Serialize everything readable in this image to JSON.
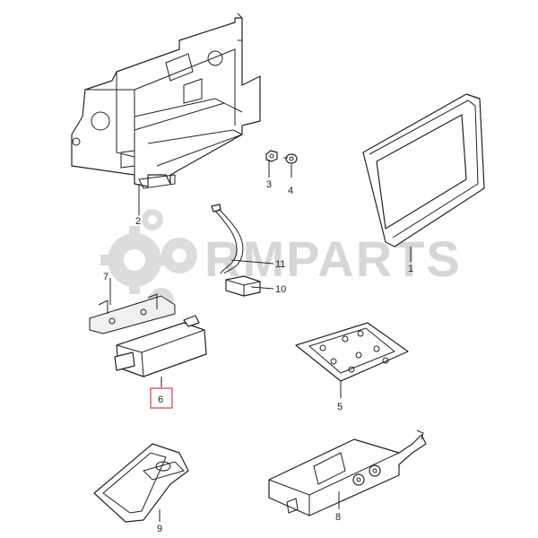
{
  "watermark": {
    "text": "RMPARTS",
    "color": "#d6d6d6"
  },
  "highlight_color": "#e03a3a",
  "highlighted_part": "6",
  "callouts": {
    "p1": "1",
    "p2": "2",
    "p3": "3",
    "p4": "4",
    "p5": "5",
    "p6": "6",
    "p7": "7",
    "p8": "8",
    "p9": "9",
    "p10": "10",
    "p11": "11"
  }
}
